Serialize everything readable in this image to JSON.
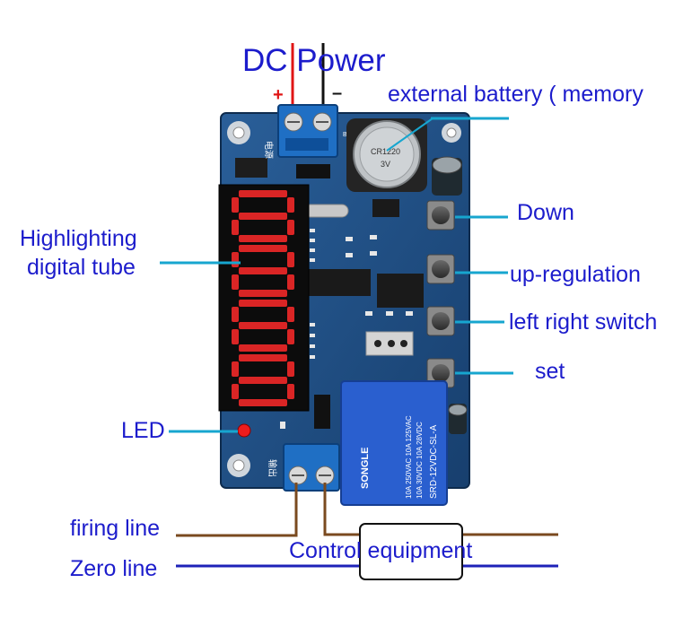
{
  "labels": {
    "dc_power": "DC Power",
    "plus": "+",
    "minus": "–",
    "battery": "external battery ( memory",
    "down": "Down",
    "up": "up-regulation",
    "switch": "left right switch",
    "set": "set",
    "display_line1": "Highlighting",
    "display_line2": "digital tube",
    "led": "LED",
    "firing": "firing line",
    "zero": "Zero line",
    "control": "Control equipment"
  },
  "board": {
    "power_silk": "电源",
    "output_silk": "输出",
    "relay_brand": "SONGLE",
    "relay_model": "SRD-12VDC-SL-A",
    "relay_rating1": "10A 250VAC  10A 125VAC",
    "relay_rating2": "10A 30VDC  10A 28VDC",
    "battery_text": "CR1220",
    "battery_volt": "3V",
    "terminal_label": "BT1"
  },
  "colors": {
    "label_blue": "#1c1ccc",
    "leader_cyan": "#17a6cf",
    "pcb_blue": "#1f4f86",
    "firing_brown": "#7a4a1f",
    "zero_blue": "#1e22b8",
    "wire_red": "#e01515",
    "led_red": "#ee1c1c",
    "display_red": "#ff2a2a"
  }
}
